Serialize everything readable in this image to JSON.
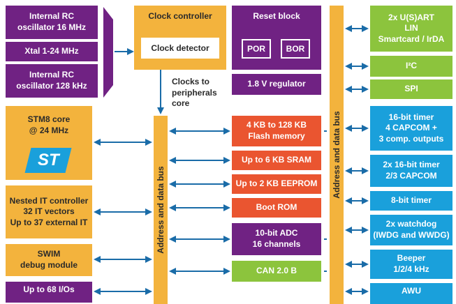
{
  "oscillators": {
    "rc16": [
      "Internal RC",
      "oscillator 16 MHz"
    ],
    "xtal": [
      "Xtal 1-24 MHz"
    ],
    "rc128": [
      "Internal RC",
      "oscillator 128 kHz"
    ]
  },
  "clock": {
    "title": "Clock controller",
    "detector": "Clock detector",
    "note": [
      "Clocks to",
      "peripherals",
      "core"
    ]
  },
  "reset": {
    "title": "Reset block",
    "por": "POR",
    "bor": "BOR",
    "regulator": "1.8 V regulator"
  },
  "core": {
    "stm8": [
      "STM8 core",
      "@ 24 MHz"
    ],
    "logo": "ST",
    "nested_it": [
      "Nested IT controller",
      "32 IT vectors",
      "Up to 37 external IT"
    ],
    "swim": [
      "SWIM",
      "debug module"
    ],
    "io": [
      "Up to 68 I/Os"
    ]
  },
  "bus_label": "Address and data bus",
  "memory": {
    "flash": [
      "4 KB to 128 KB",
      "Flash memory"
    ],
    "sram": [
      "Up to 6 KB SRAM"
    ],
    "eeprom": [
      "Up to 2 KB EEPROM"
    ],
    "boot": [
      "Boot ROM"
    ]
  },
  "analog": {
    "adc": [
      "10-bit ADC",
      "16 channels"
    ],
    "can": [
      "CAN 2.0 B"
    ]
  },
  "comm": {
    "usart": [
      "2x U(S)ART",
      "LIN",
      "Smartcard / IrDA"
    ],
    "i2c": [
      "I²C"
    ],
    "spi": [
      "SPI"
    ]
  },
  "timers": {
    "t16": [
      "16-bit timer",
      "4 CAPCOM +",
      "3 comp. outputs"
    ],
    "t16x2": [
      "2x 16-bit timer",
      "2/3 CAPCOM"
    ],
    "t8": [
      "8-bit timer"
    ],
    "watchdog": [
      "2x watchdog",
      "(IWDG and WWDG)"
    ],
    "beeper": [
      "Beeper",
      "1/2/4 kHz"
    ],
    "awu": [
      "AWU"
    ]
  },
  "colors": {
    "purple": "#702283",
    "orange": "#f3b33d",
    "red": "#ea5530",
    "blue": "#1aa0db",
    "green": "#8cc43d",
    "arrow": "#1a6ca8"
  }
}
